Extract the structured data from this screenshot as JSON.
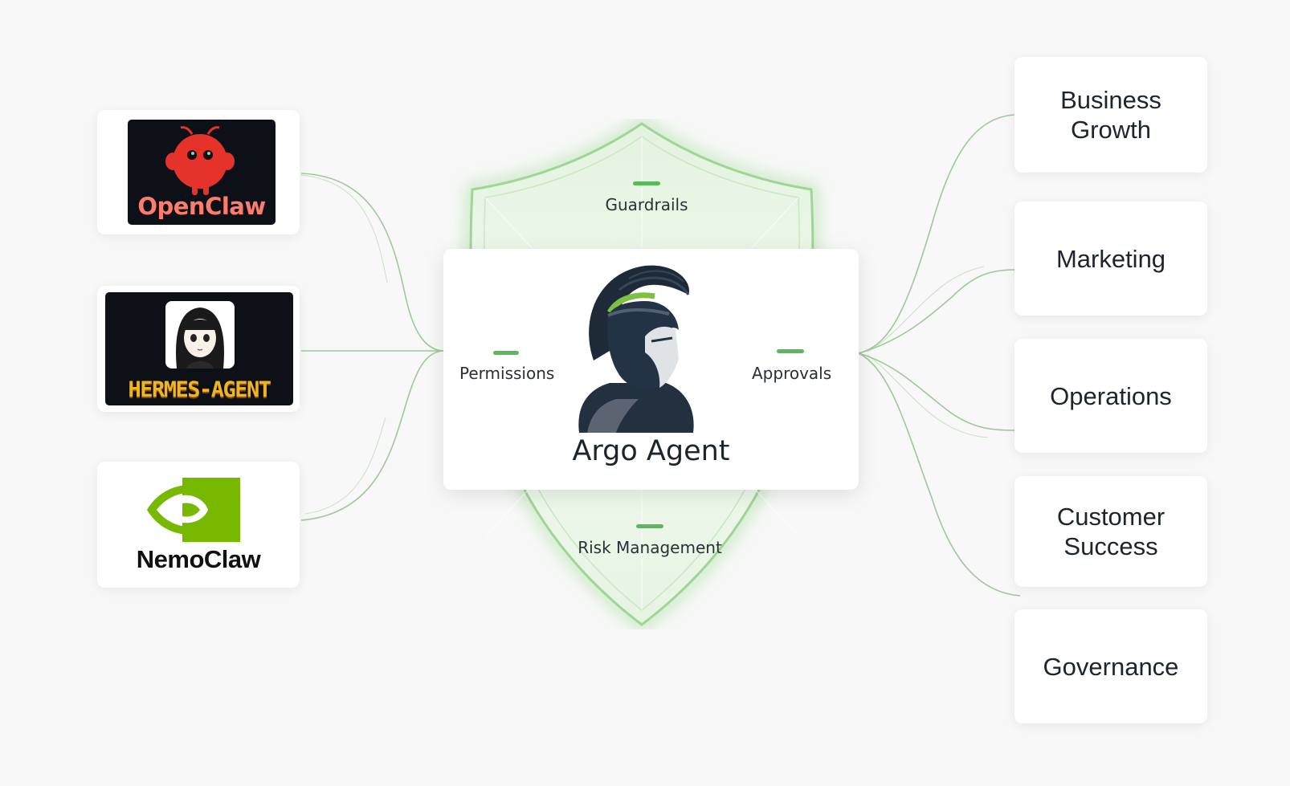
{
  "agents": {
    "openclaw": {
      "name": "OpenClaw",
      "colors": {
        "background": "#0d1117",
        "mascot": "#e5322b",
        "text": "#ff7b6b"
      }
    },
    "hermes": {
      "name": "HERMES-AGENT",
      "colors": {
        "background": "#0d1117",
        "text": "#f2b51b"
      }
    },
    "nemoclaw": {
      "name": "NemoClaw",
      "colors": {
        "mark": "#76b900",
        "text": "#111111"
      }
    }
  },
  "shield": {
    "top_label": "Guardrails",
    "bottom_label": "Risk Management",
    "accent_color": "#5cb85c"
  },
  "center": {
    "title": "Argo Agent",
    "left_label": "Permissions",
    "right_label": "Approvals",
    "icon": "spartan-helmet-icon"
  },
  "departments": [
    {
      "label": "Business\nGrowth"
    },
    {
      "label": "Marketing"
    },
    {
      "label": "Operations"
    },
    {
      "label": "Customer\nSuccess"
    },
    {
      "label": "Governance"
    }
  ],
  "colors": {
    "connector": "#8fc08a",
    "background": "#f7f8f7"
  }
}
